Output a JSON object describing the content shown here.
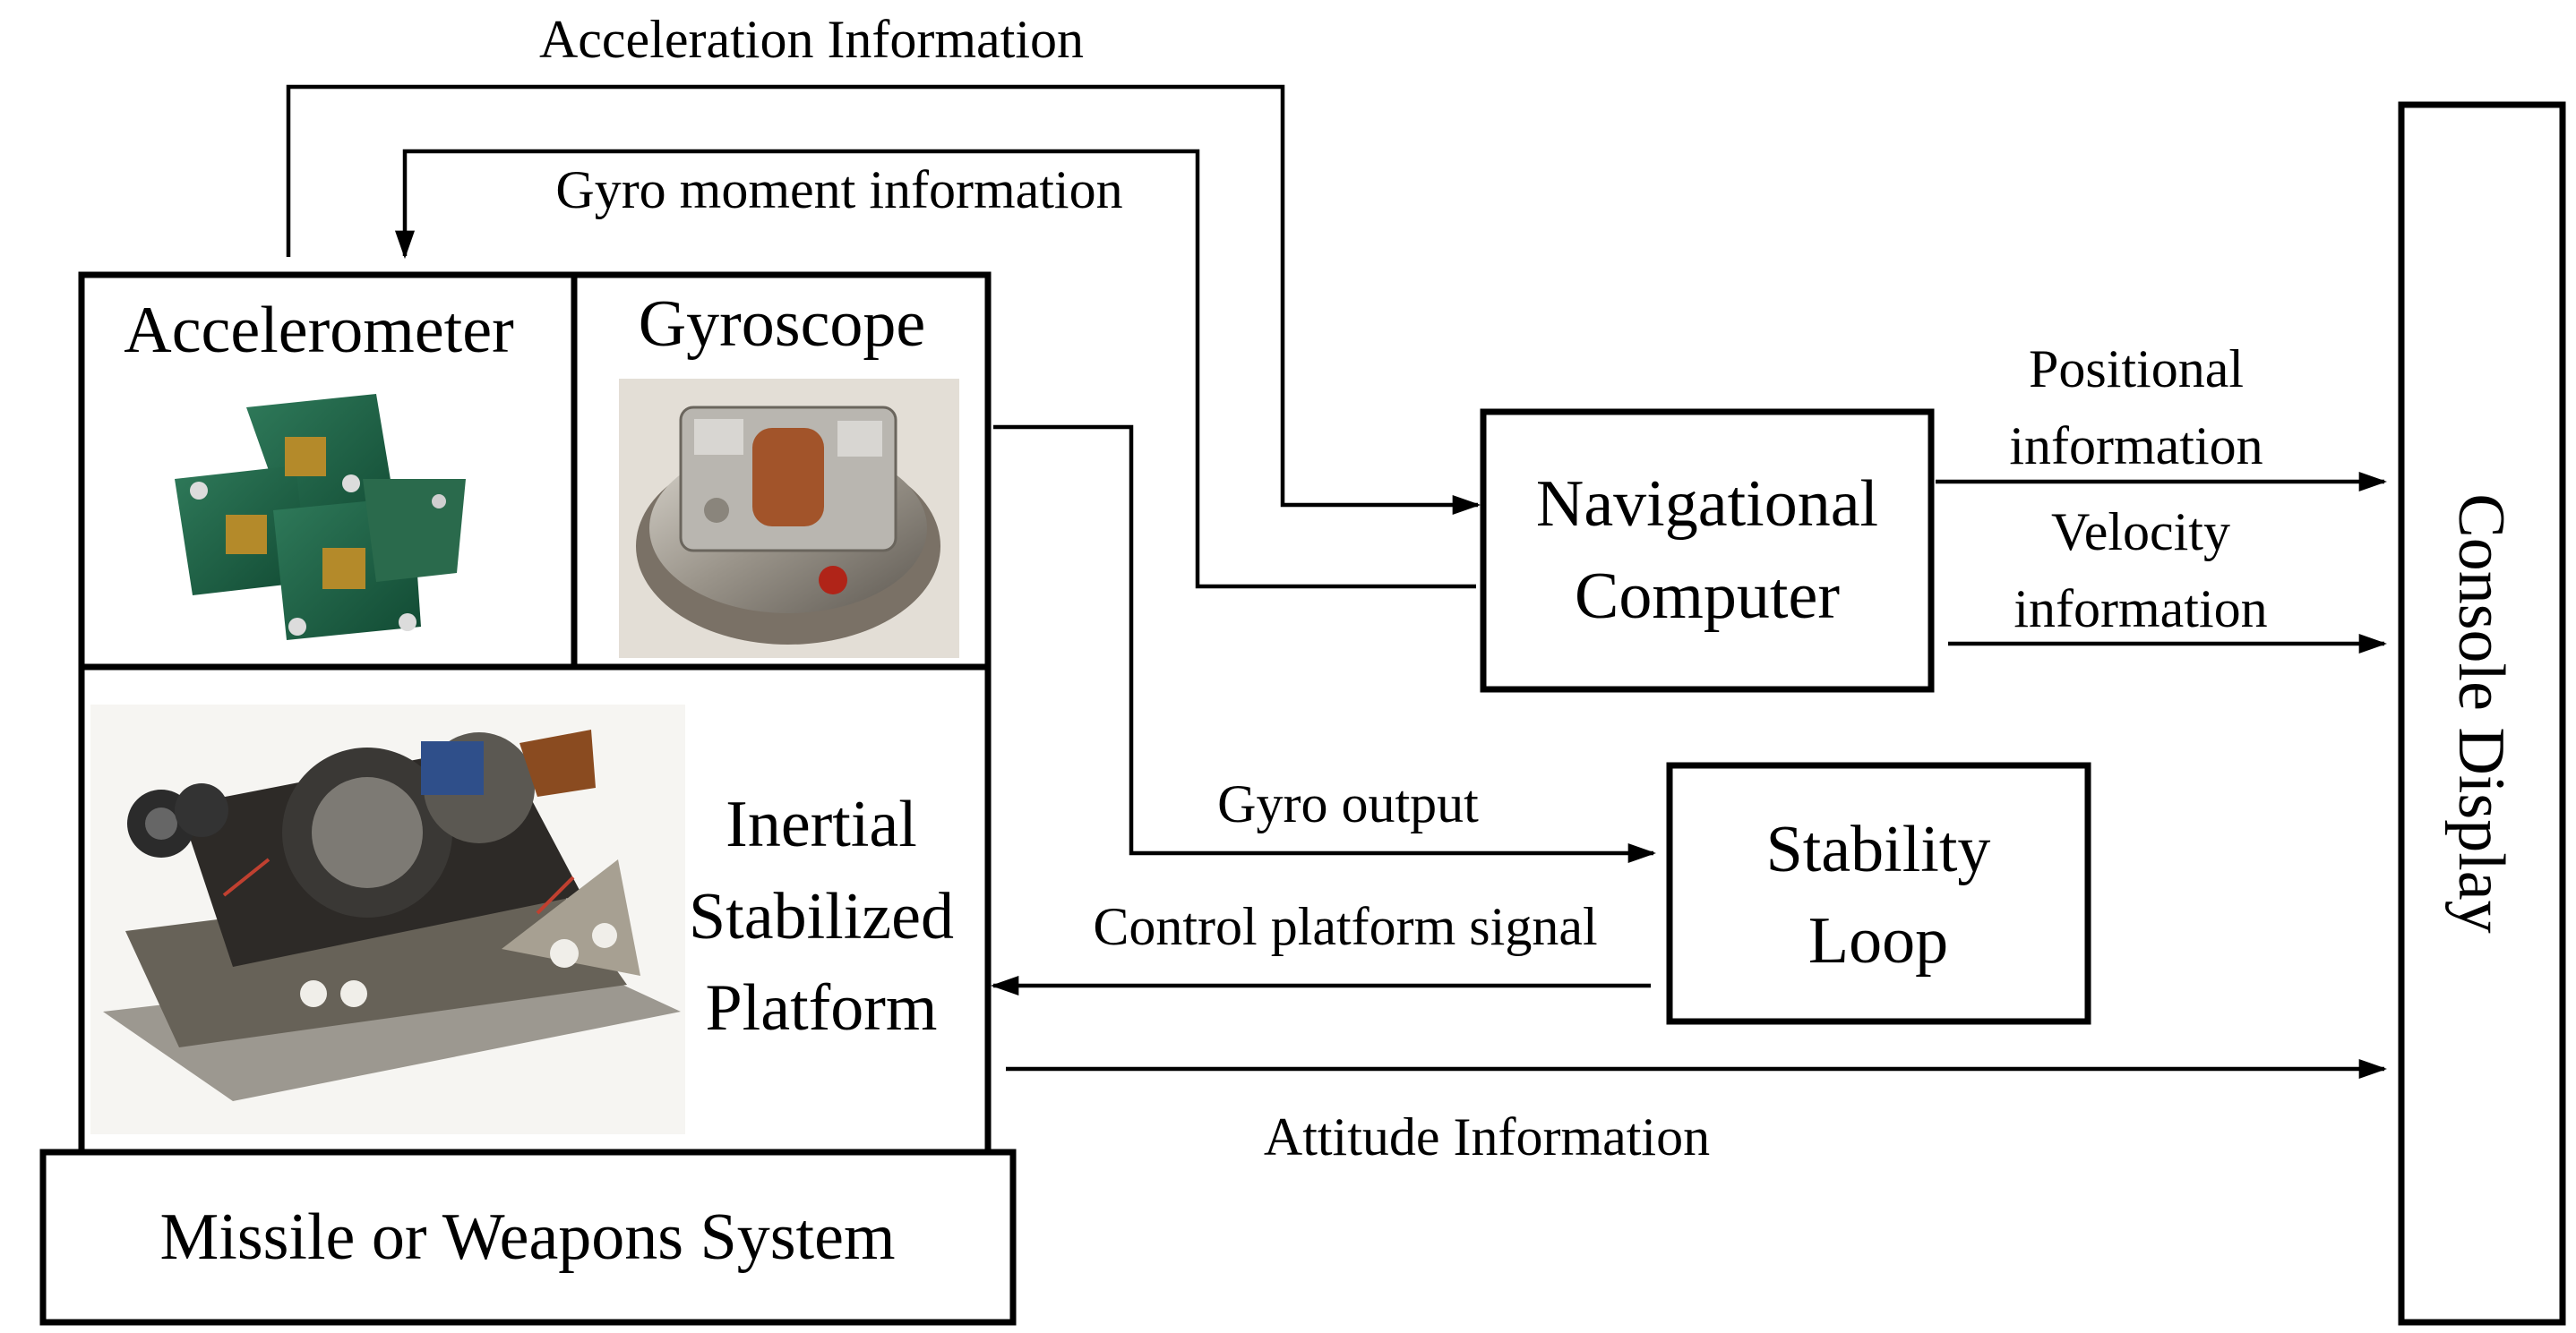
{
  "blocks": {
    "accelerometer": "Accelerometer",
    "gyroscope": "Gyroscope",
    "platform": [
      "Inertial",
      "Stabilized",
      "Platform"
    ],
    "weapons": "Missile or Weapons System",
    "nav_computer": [
      "Navigational",
      "Computer"
    ],
    "stability_loop": [
      "Stability",
      "Loop"
    ],
    "console": "Console  Display"
  },
  "signals": {
    "acceleration": "Acceleration Information",
    "gyro_moment": "Gyro moment information",
    "positional": [
      "Positional",
      "information"
    ],
    "velocity": [
      "Velocity",
      "information"
    ],
    "gyro_output": "Gyro output",
    "control_platform": "Control platform signal",
    "attitude": "Attitude Information"
  },
  "photos": {
    "accelerometer": "accelerometer-photo",
    "gyroscope": "gyroscope-photo",
    "platform": "inertial-platform-photo"
  }
}
